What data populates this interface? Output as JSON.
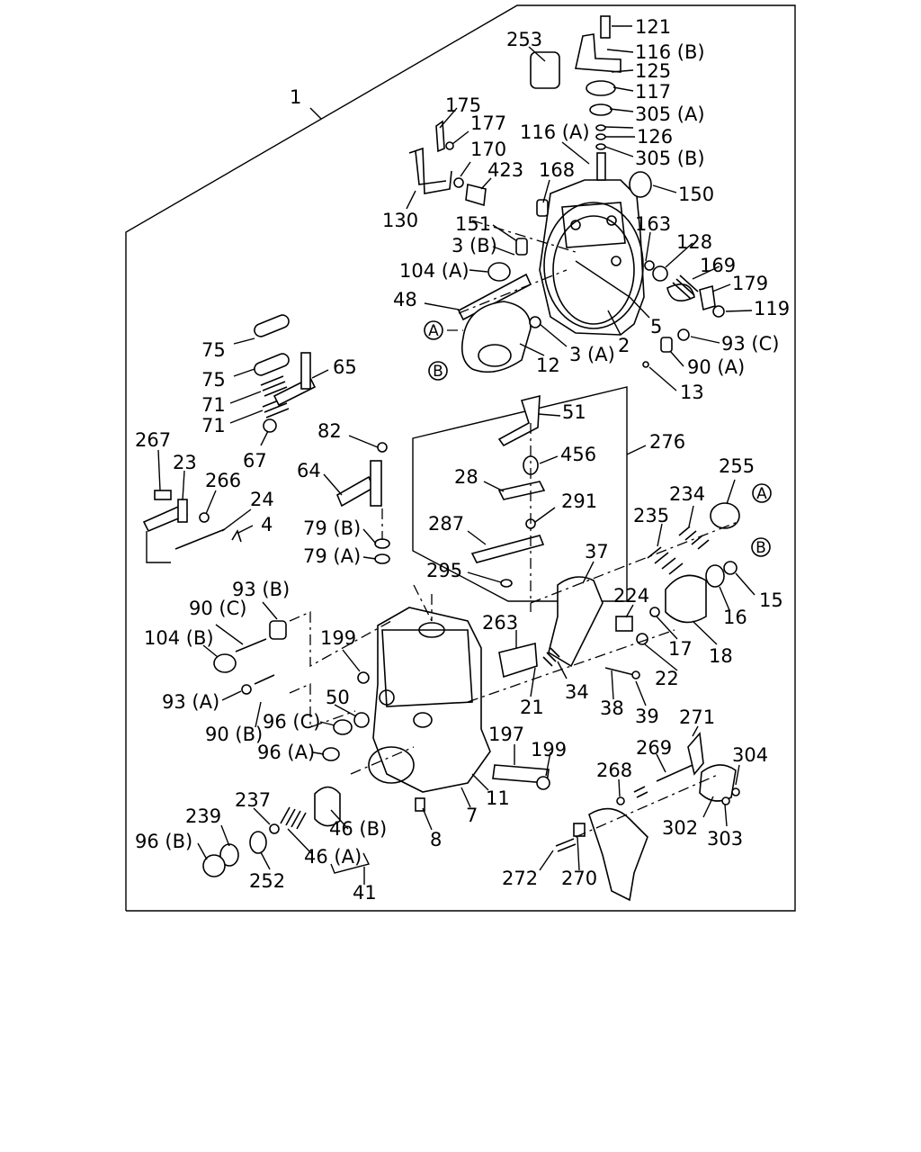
{
  "diagram": {
    "assembly_label": "1",
    "callouts": [
      "121",
      "116 (B)",
      "125",
      "117",
      "305 (A)",
      "126",
      "305 (B)",
      "150",
      "253",
      "175",
      "177",
      "170",
      "423",
      "116 (A)",
      "168",
      "130",
      "151",
      "3 (B)",
      "163",
      "128",
      "169",
      "179",
      "119",
      "104 (A)",
      "48",
      "5",
      "2",
      "3 (A)",
      "12",
      "93 (C)",
      "90 (A)",
      "13",
      "75",
      "75",
      "65",
      "71",
      "71",
      "67",
      "267",
      "23",
      "266",
      "24",
      "4",
      "82",
      "64",
      "79 (B)",
      "79 (A)",
      "51",
      "456",
      "276",
      "28",
      "291",
      "287",
      "295",
      "255",
      "234",
      "235",
      "15",
      "16",
      "18",
      "37",
      "224",
      "17",
      "22",
      "263",
      "34",
      "38",
      "39",
      "21",
      "93 (B)",
      "90 (C)",
      "104 (B)",
      "199",
      "50",
      "93 (A)",
      "90 (B)",
      "96 (C)",
      "96 (A)",
      "197",
      "199",
      "11",
      "7",
      "8",
      "271",
      "269",
      "304",
      "268",
      "302",
      "303",
      "239",
      "237",
      "46 (B)",
      "96 (B)",
      "252",
      "46 (A)",
      "41",
      "272",
      "270"
    ],
    "ref_letters": [
      "A",
      "B",
      "A",
      "B"
    ]
  }
}
